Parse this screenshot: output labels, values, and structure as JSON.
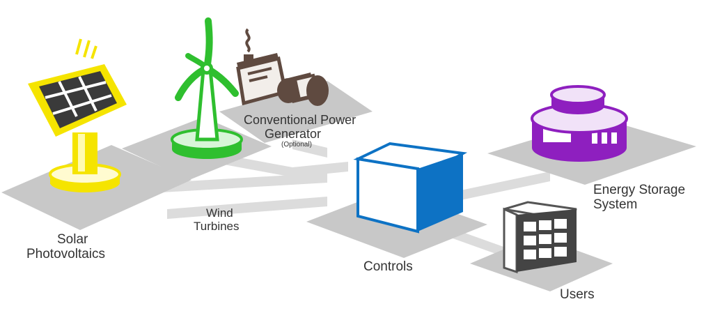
{
  "labels": {
    "solar": [
      "Solar",
      "Photovoltaics"
    ],
    "wind": [
      "Wind",
      "Turbines"
    ],
    "generator": [
      "Conventional Power",
      "Generator"
    ],
    "generator_note": "(Optional)",
    "controls": "Controls",
    "storage": [
      "Energy Storage",
      "System"
    ],
    "users": "Users"
  },
  "colors": {
    "solar": "#f5e400",
    "wind": "#2fbf2f",
    "generator": "#5f4a40",
    "controls_side": "#0d72c4",
    "storage": "#8e1fbf",
    "users": "#444444",
    "platform": "#c8c8c8",
    "road": "#dcdcdc"
  }
}
